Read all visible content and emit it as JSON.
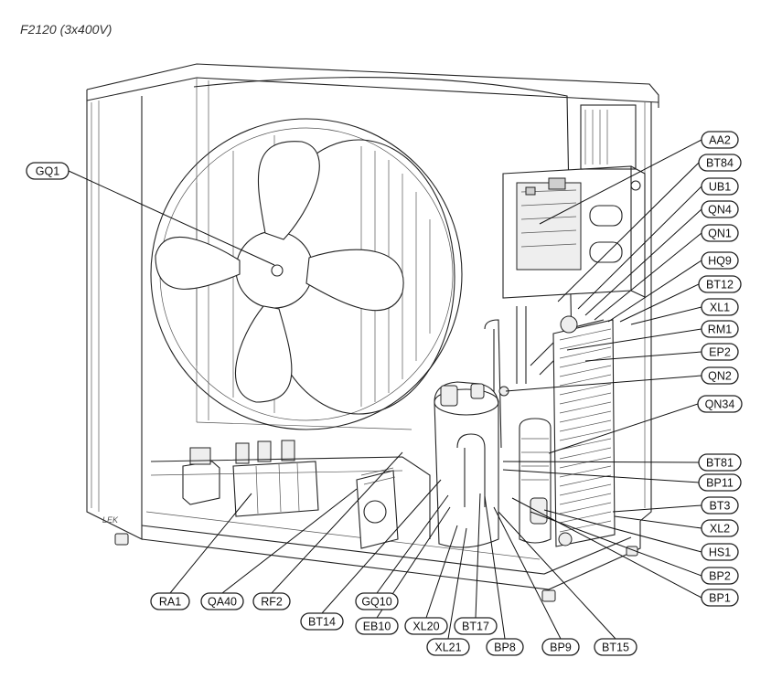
{
  "title": "F2120 (3x400V)",
  "unit_marking": "LEK",
  "labels": [
    {
      "id": "GQ1",
      "text": "GQ1"
    },
    {
      "id": "AA2",
      "text": "AA2"
    },
    {
      "id": "BT84",
      "text": "BT84"
    },
    {
      "id": "UB1",
      "text": "UB1"
    },
    {
      "id": "QN4",
      "text": "QN4"
    },
    {
      "id": "QN1",
      "text": "QN1"
    },
    {
      "id": "HQ9",
      "text": "HQ9"
    },
    {
      "id": "BT12",
      "text": "BT12"
    },
    {
      "id": "XL1",
      "text": "XL1"
    },
    {
      "id": "RM1",
      "text": "RM1"
    },
    {
      "id": "EP2",
      "text": "EP2"
    },
    {
      "id": "QN2",
      "text": "QN2"
    },
    {
      "id": "QN34",
      "text": "QN34"
    },
    {
      "id": "BT81",
      "text": "BT81"
    },
    {
      "id": "BP11",
      "text": "BP11"
    },
    {
      "id": "BT3",
      "text": "BT3"
    },
    {
      "id": "XL2",
      "text": "XL2"
    },
    {
      "id": "HS1",
      "text": "HS1"
    },
    {
      "id": "BP2",
      "text": "BP2"
    },
    {
      "id": "BP1",
      "text": "BP1"
    },
    {
      "id": "RA1",
      "text": "RA1"
    },
    {
      "id": "QA40",
      "text": "QA40"
    },
    {
      "id": "RF2",
      "text": "RF2"
    },
    {
      "id": "BT14",
      "text": "BT14"
    },
    {
      "id": "GQ10",
      "text": "GQ10"
    },
    {
      "id": "EB10",
      "text": "EB10"
    },
    {
      "id": "XL20",
      "text": "XL20"
    },
    {
      "id": "BT17",
      "text": "BT17"
    },
    {
      "id": "XL21",
      "text": "XL21"
    },
    {
      "id": "BP8",
      "text": "BP8"
    },
    {
      "id": "BP9",
      "text": "BP9"
    },
    {
      "id": "BT15",
      "text": "BT15"
    }
  ]
}
